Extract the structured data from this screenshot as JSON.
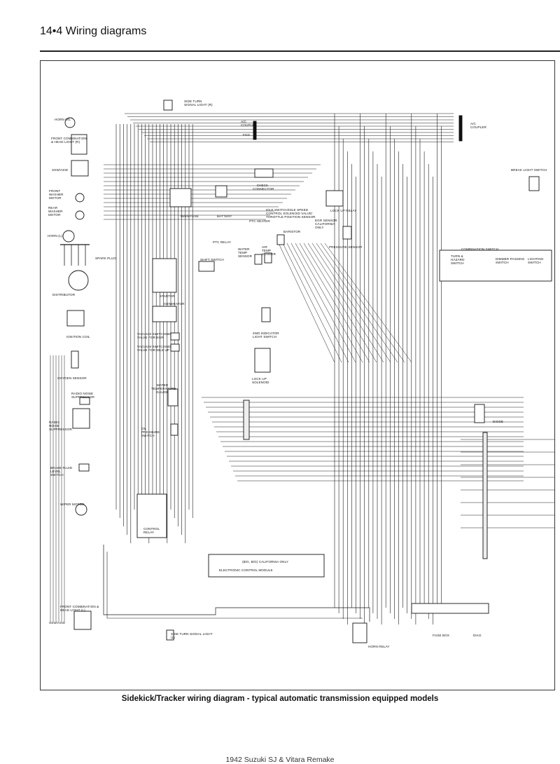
{
  "header": {
    "title": "14•4  Wiring diagrams"
  },
  "caption": "Sidekick/Tracker wiring diagram - typical automatic transmission equipped models",
  "footer": "1942 Suzuki SJ & Vitara Remake",
  "labels": {
    "horn_ol": "HORN O/L",
    "front_combo_head_r": "FRONT COMBINATION & HEAD LIGHT (R)",
    "ssw_asw_top": "SSW/ASW",
    "front_washer_motor": "FRONT WASHER MOTOR",
    "rear_washer_motor": "REAR WASHER MOTOR",
    "horn_l": "HORN (L)",
    "spark_plug": "SPARK PLUG",
    "distributor": "DISTRIBUTOR",
    "ignition_coil": "IGNITION COIL",
    "oxygen_sensor": "OXYGEN SENSOR",
    "radio_noise_suppressor_top": "RADIO NOISE SUPPRESSOR",
    "radio_noise_suppressor": "RADIO NOISE SUPPRESSOR",
    "brake_fluid_level_switch": "BRAKE FLUID LEVEL SWITCH",
    "wiper_motor": "WIPER MOTOR",
    "front_combo_head_l": "FRONT COMBINATION & HEAD LIGHT (L)",
    "ssw_asw_bottom": "SSW/ASW",
    "side_turn_signal_r": "SIDE TURN SIGNAL LIGHT (R)",
    "side_turn_signal_l": "SIDE TURN SIGNAL LIGHT (L)",
    "ac_coupler_left": "A/C COUPLER",
    "fog": "FOG",
    "check_connector": "CHECK CONNECTOR",
    "ac_coupler_right": "A/C COUPLER",
    "break_light_switch": "BREAK LIGHT SWITCH",
    "main_fuse": "MAIN FUSE",
    "battery": "BATTERY",
    "idle_switch": "IDLE SWITCH/IDLE SPEED CONTROL SOLENOID VALVE/ THROTTLE POSITION SENSOR",
    "lock_up_relay": "LOCK UP RELAY",
    "ptc_heater": "PTC HEATER",
    "ptc_relay": "PTC RELAY",
    "egr_sensor": "EGR SENSOR CALIFORNIA ONLY",
    "baristor": "BARISTOR",
    "pressure_sensor": "PRESSURE SENSOR",
    "water_temp_sensor": "WATER TEMP SENSOR",
    "air_temp_sensor": "AIR TEMP SENSOR",
    "shift_switch": "SHIFT SWITCH",
    "starter": "STARTER",
    "generator": "GENERATOR",
    "vacuum_valve_egr": "VACUUM SWITCHING VALVE FOR EGR",
    "vacuum_valve_idle": "VACUUM SWITCHING VALVE FOR IDLE UP",
    "fwd_indicator": "4WD INDICATOR LIGHT SWITCH",
    "lock_up_solenoid": "LOCK UP SOLENOID",
    "water_temp_gauge": "WATER TEMPERATURE GAUGE",
    "oil_pressure_switch": "OIL PRESSURE SWITCH",
    "combination_switch": "COMBINATION SWITCH",
    "turn_hazard_switch": "TURN & HAZARD SWITCH",
    "dimmer_passing_switch": "DIMMER PASSING SWITCH",
    "lighting_switch": "LIGHTING SWITCH",
    "diode": "DIODE",
    "control_relay": "CONTROL RELAY",
    "ecm_note": "(B/G, B/G) CALIFORNIA ONLY",
    "ecm": "ELECTRONIC CONTROL MODULE",
    "fuse_box": "FUSE BOX",
    "diag": "DIAG",
    "horn_relay": "HORN RELAY"
  }
}
